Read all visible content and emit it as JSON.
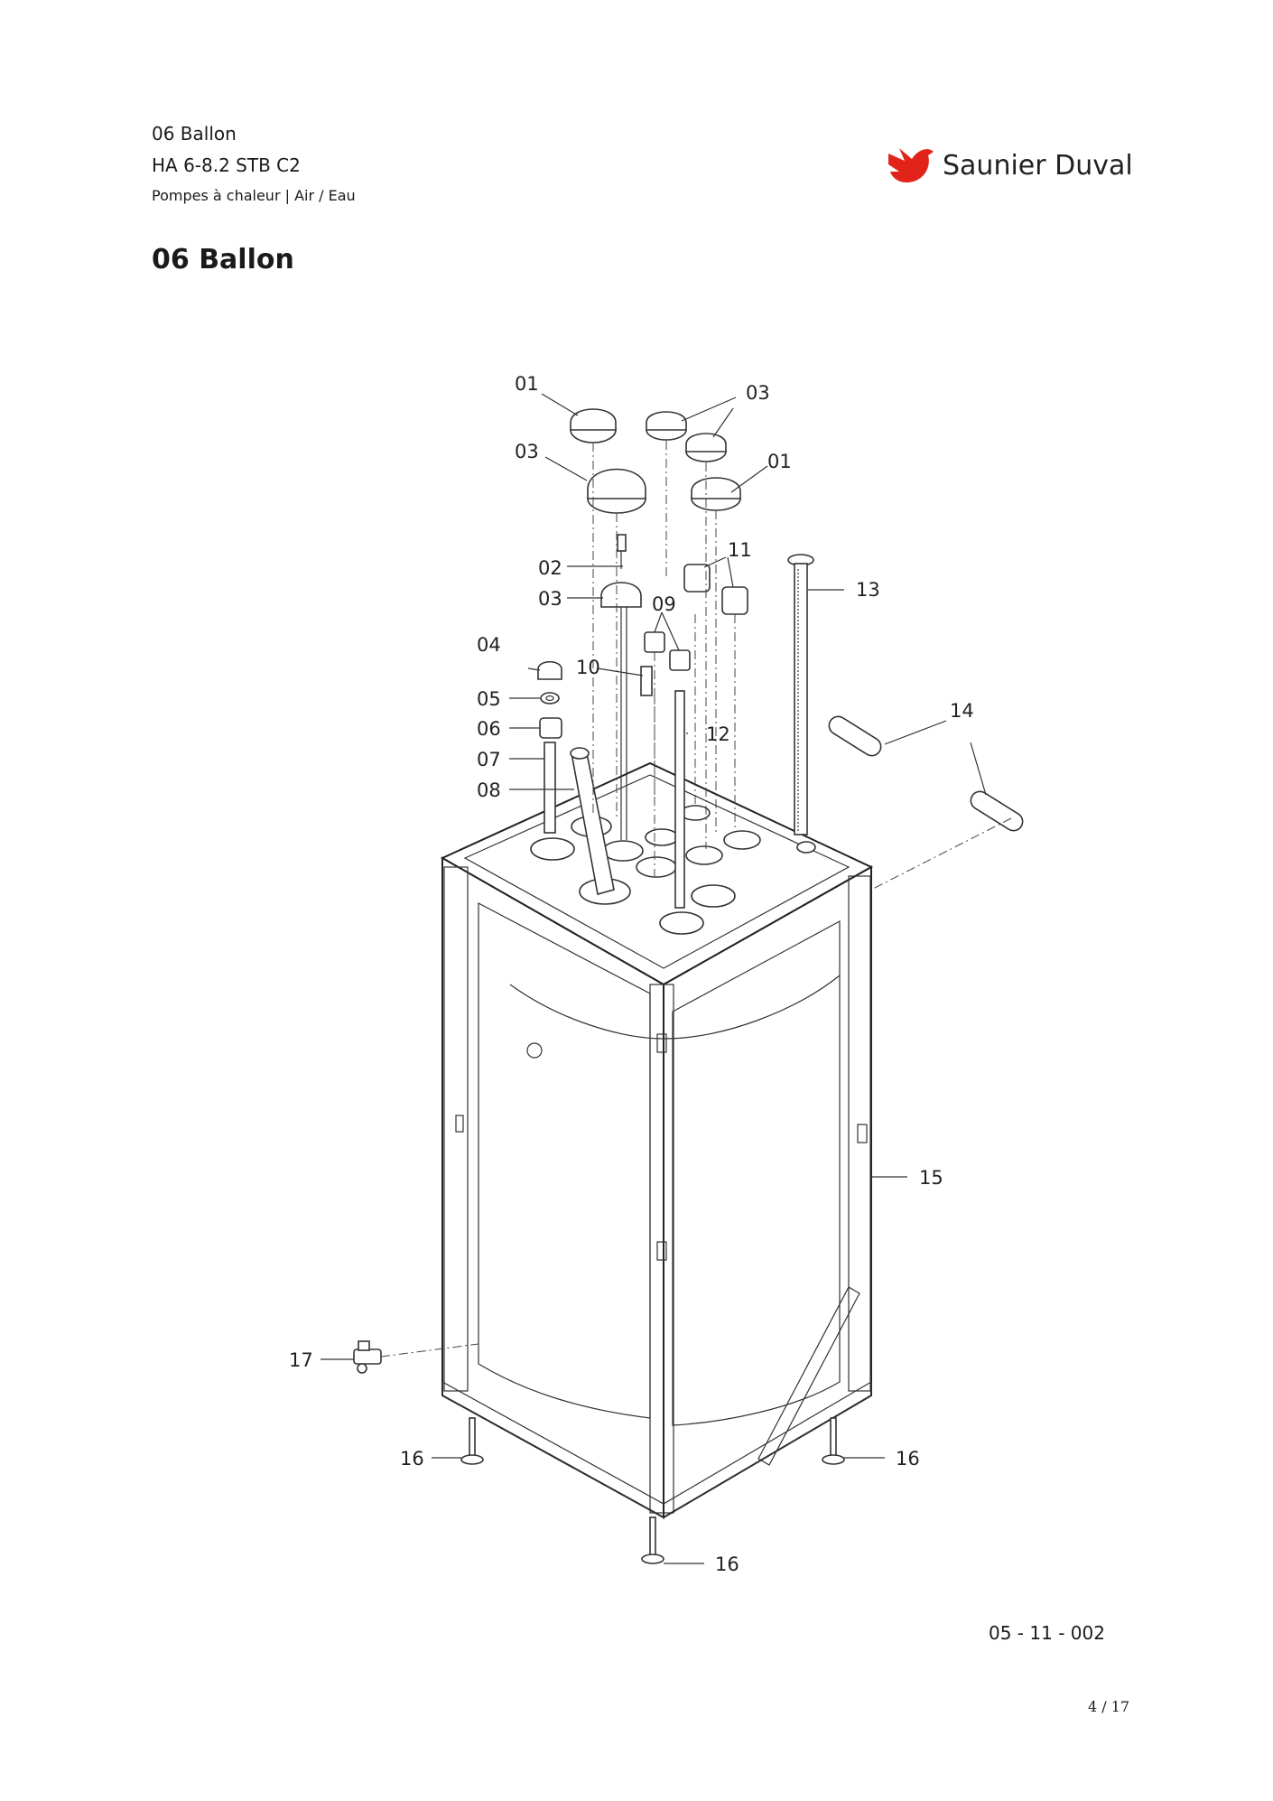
{
  "header": {
    "section": "06 Ballon",
    "model": "HA 6-8.2 STB C2",
    "category": "Pompes à chaleur | Air / Eau"
  },
  "title": "06 Ballon",
  "brand": {
    "name": "Saunier Duval",
    "color": "#e2231a",
    "icon": "bird-logo-icon"
  },
  "diagram": {
    "labels": {
      "l01a": "01",
      "l03a": "03",
      "l03b": "03",
      "l01b": "01",
      "l02": "02",
      "l03c": "03",
      "l11": "11",
      "l13": "13",
      "l09": "09",
      "l04": "04",
      "l10": "10",
      "l05": "05",
      "l06": "06",
      "l12": "12",
      "l14": "14",
      "l07": "07",
      "l08": "08",
      "l15": "15",
      "l17": "17",
      "l16a": "16",
      "l16b": "16",
      "l16c": "16"
    }
  },
  "reference_code": "05 - 11 - 002",
  "page_number": "4 / 17"
}
